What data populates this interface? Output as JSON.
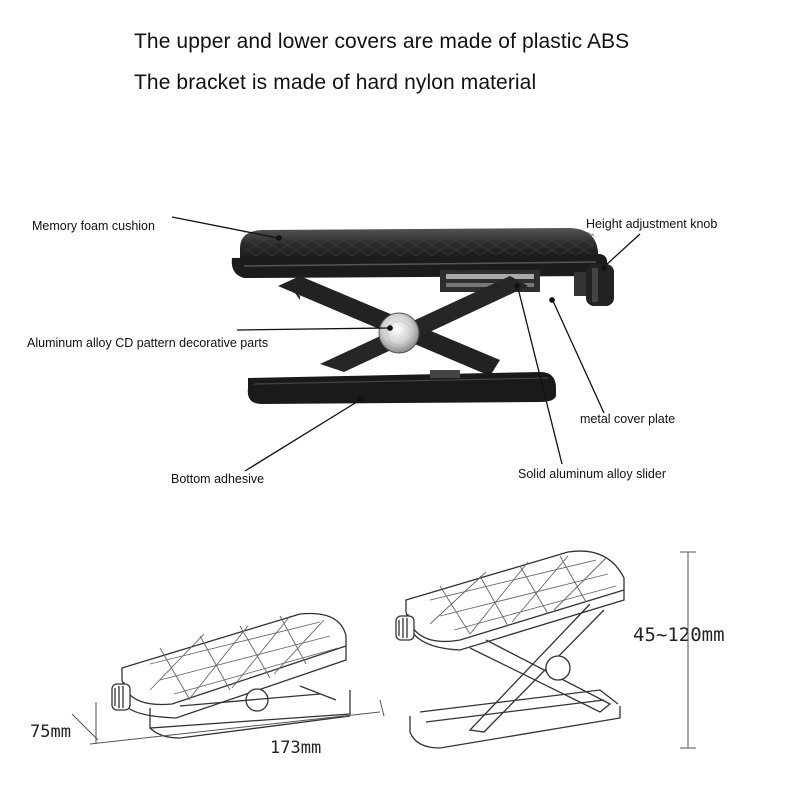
{
  "headlines": [
    "The upper and lower covers are made of plastic ABS",
    "The bracket is made of hard nylon material"
  ],
  "callouts": {
    "memory_foam": "Memory foam cushion",
    "height_knob": "Height adjustment knob",
    "cd_parts": "Aluminum alloy CD pattern decorative parts",
    "metal_plate": "metal cover plate",
    "bottom_adhesive": "Bottom adhesive",
    "slider": "Solid aluminum alloy slider"
  },
  "dimensions": {
    "folded_height": "75mm",
    "length": "173mm",
    "height_range": "45~120mm"
  }
}
